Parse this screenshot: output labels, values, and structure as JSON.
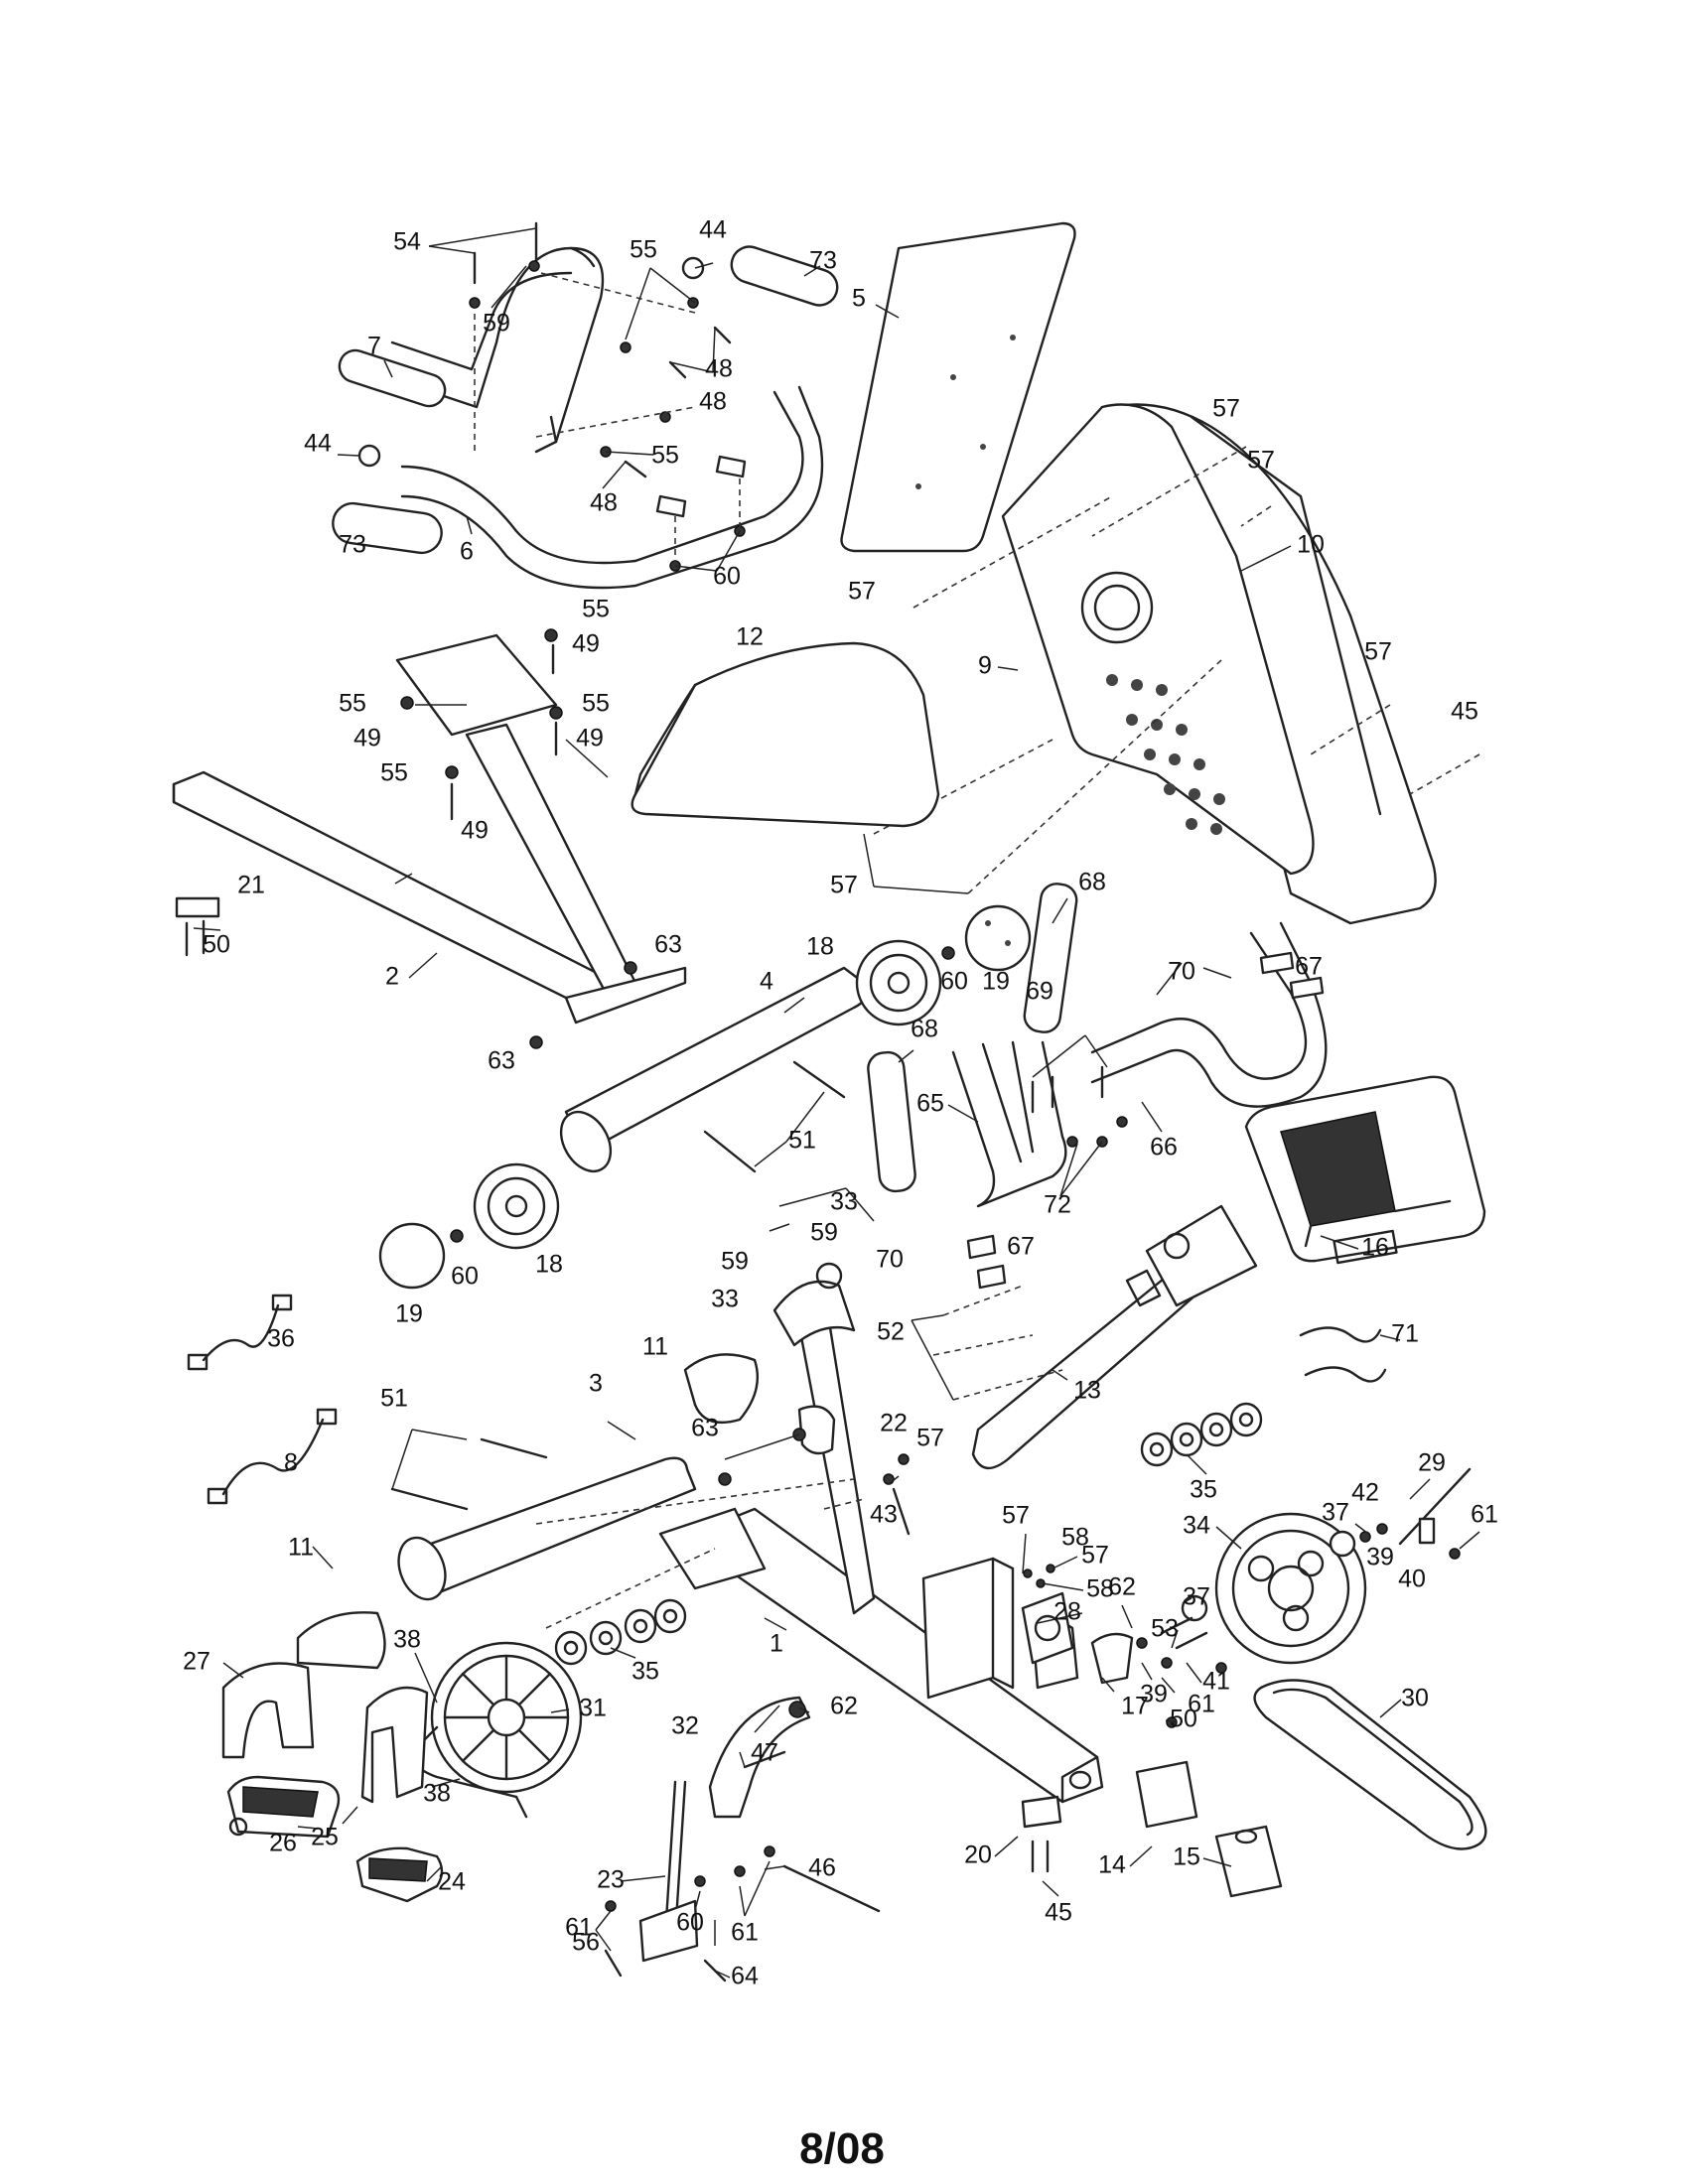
{
  "footer": {
    "code": "8/08"
  },
  "callouts": [
    {
      "id": "c54",
      "label": "54"
    },
    {
      "id": "c59a",
      "label": "59"
    },
    {
      "id": "c55a",
      "label": "55"
    },
    {
      "id": "c44a",
      "label": "44"
    },
    {
      "id": "c73a",
      "label": "73"
    },
    {
      "id": "c7",
      "label": "7"
    },
    {
      "id": "c48a",
      "label": "48"
    },
    {
      "id": "c48b",
      "label": "48"
    },
    {
      "id": "c44b",
      "label": "44"
    },
    {
      "id": "c55b",
      "label": "55"
    },
    {
      "id": "c48c",
      "label": "48"
    },
    {
      "id": "c73b",
      "label": "73"
    },
    {
      "id": "c6",
      "label": "6"
    },
    {
      "id": "c60a",
      "label": "60"
    },
    {
      "id": "c5",
      "label": "5"
    },
    {
      "id": "c57a",
      "label": "57"
    },
    {
      "id": "c57b",
      "label": "57"
    },
    {
      "id": "c10",
      "label": "10"
    },
    {
      "id": "c57c",
      "label": "57"
    },
    {
      "id": "c55c",
      "label": "55"
    },
    {
      "id": "c49a",
      "label": "49"
    },
    {
      "id": "c12",
      "label": "12"
    },
    {
      "id": "c9",
      "label": "9"
    },
    {
      "id": "c57d",
      "label": "57"
    },
    {
      "id": "c45a",
      "label": "45"
    },
    {
      "id": "c55d",
      "label": "55"
    },
    {
      "id": "c55e",
      "label": "55"
    },
    {
      "id": "c49b",
      "label": "49"
    },
    {
      "id": "c49c",
      "label": "49"
    },
    {
      "id": "c55f",
      "label": "55"
    },
    {
      "id": "c49d",
      "label": "49"
    },
    {
      "id": "c21",
      "label": "21"
    },
    {
      "id": "c50a",
      "label": "50"
    },
    {
      "id": "c57e",
      "label": "57"
    },
    {
      "id": "c68a",
      "label": "68"
    },
    {
      "id": "c2",
      "label": "2"
    },
    {
      "id": "c63a",
      "label": "63"
    },
    {
      "id": "c18a",
      "label": "18"
    },
    {
      "id": "c60b",
      "label": "60"
    },
    {
      "id": "c19a",
      "label": "19"
    },
    {
      "id": "c70a",
      "label": "70"
    },
    {
      "id": "c67a",
      "label": "67"
    },
    {
      "id": "c4",
      "label": "4"
    },
    {
      "id": "c69",
      "label": "69"
    },
    {
      "id": "c63b",
      "label": "63"
    },
    {
      "id": "c68b",
      "label": "68"
    },
    {
      "id": "c65",
      "label": "65"
    },
    {
      "id": "c66",
      "label": "66"
    },
    {
      "id": "c51a",
      "label": "51"
    },
    {
      "id": "c72",
      "label": "72"
    },
    {
      "id": "c33a",
      "label": "33"
    },
    {
      "id": "c59b",
      "label": "59"
    },
    {
      "id": "c16",
      "label": "16"
    },
    {
      "id": "c59c",
      "label": "59"
    },
    {
      "id": "c70b",
      "label": "70"
    },
    {
      "id": "c67b",
      "label": "67"
    },
    {
      "id": "c60c",
      "label": "60"
    },
    {
      "id": "c18b",
      "label": "18"
    },
    {
      "id": "c33b",
      "label": "33"
    },
    {
      "id": "c19b",
      "label": "19"
    },
    {
      "id": "c36",
      "label": "36"
    },
    {
      "id": "c11a",
      "label": "11"
    },
    {
      "id": "c52",
      "label": "52"
    },
    {
      "id": "c71",
      "label": "71"
    },
    {
      "id": "c13",
      "label": "13"
    },
    {
      "id": "c51b",
      "label": "51"
    },
    {
      "id": "c3",
      "label": "3"
    },
    {
      "id": "c8",
      "label": "8"
    },
    {
      "id": "c63c",
      "label": "63"
    },
    {
      "id": "c22",
      "label": "22"
    },
    {
      "id": "c57f",
      "label": "57"
    },
    {
      "id": "c35a",
      "label": "35"
    },
    {
      "id": "c29",
      "label": "29"
    },
    {
      "id": "c43",
      "label": "43"
    },
    {
      "id": "c37a",
      "label": "37"
    },
    {
      "id": "c42",
      "label": "42"
    },
    {
      "id": "c34",
      "label": "34"
    },
    {
      "id": "c61a",
      "label": "61"
    },
    {
      "id": "c57g",
      "label": "57"
    },
    {
      "id": "c58a",
      "label": "58"
    },
    {
      "id": "c39a",
      "label": "39"
    },
    {
      "id": "c40",
      "label": "40"
    },
    {
      "id": "c11b",
      "label": "11"
    },
    {
      "id": "c57h",
      "label": "57"
    },
    {
      "id": "c58b",
      "label": "58"
    },
    {
      "id": "c37b",
      "label": "37"
    },
    {
      "id": "c62a",
      "label": "62"
    },
    {
      "id": "c53",
      "label": "53"
    },
    {
      "id": "c1",
      "label": "1"
    },
    {
      "id": "c28",
      "label": "28"
    },
    {
      "id": "c39b",
      "label": "39"
    },
    {
      "id": "c41",
      "label": "41"
    },
    {
      "id": "c35b",
      "label": "35"
    },
    {
      "id": "c17",
      "label": "17"
    },
    {
      "id": "c61b",
      "label": "61"
    },
    {
      "id": "c38a",
      "label": "38"
    },
    {
      "id": "c27",
      "label": "27"
    },
    {
      "id": "c31",
      "label": "31"
    },
    {
      "id": "c62b",
      "label": "62"
    },
    {
      "id": "c30",
      "label": "30"
    },
    {
      "id": "c32",
      "label": "32"
    },
    {
      "id": "c47",
      "label": "47"
    },
    {
      "id": "c50b",
      "label": "50"
    },
    {
      "id": "c38b",
      "label": "38"
    },
    {
      "id": "c25",
      "label": "25"
    },
    {
      "id": "c26",
      "label": "26"
    },
    {
      "id": "c23",
      "label": "23"
    },
    {
      "id": "c46",
      "label": "46"
    },
    {
      "id": "c20",
      "label": "20"
    },
    {
      "id": "c60d",
      "label": "60"
    },
    {
      "id": "c14",
      "label": "14"
    },
    {
      "id": "c45b",
      "label": "45"
    },
    {
      "id": "c61c",
      "label": "61"
    },
    {
      "id": "c61d",
      "label": "61"
    },
    {
      "id": "c24",
      "label": "24"
    },
    {
      "id": "c15",
      "label": "15"
    },
    {
      "id": "c56",
      "label": "56"
    },
    {
      "id": "c64",
      "label": "64"
    }
  ]
}
